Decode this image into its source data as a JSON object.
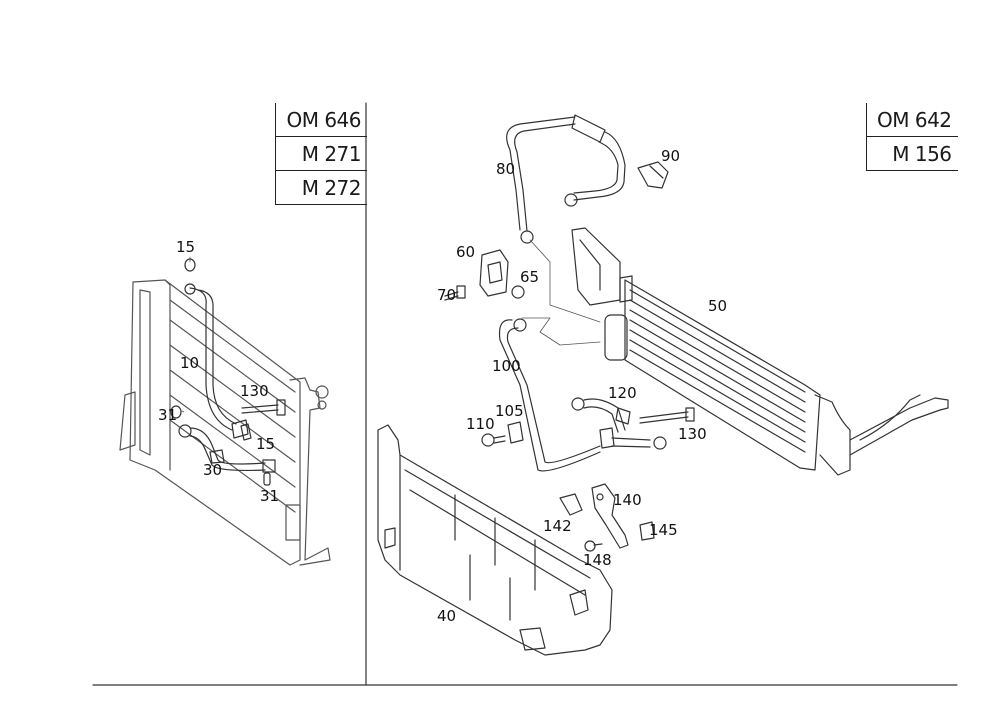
{
  "tables": {
    "left": [
      "OM 646",
      "M 271",
      "M 272"
    ],
    "right": [
      "OM 642",
      "M 156"
    ]
  },
  "callouts": {
    "c15a": "15",
    "c10": "10",
    "c130a": "130",
    "c31a": "31",
    "c15b": "15",
    "c30": "30",
    "c31b": "31",
    "c80": "80",
    "c90": "90",
    "c60": "60",
    "c65": "65",
    "c70": "70",
    "c50": "50",
    "c100": "100",
    "c120": "120",
    "c110": "110",
    "c105": "105",
    "c130b": "130",
    "c140": "140",
    "c142": "142",
    "c145": "145",
    "c148": "148",
    "c40": "40"
  }
}
